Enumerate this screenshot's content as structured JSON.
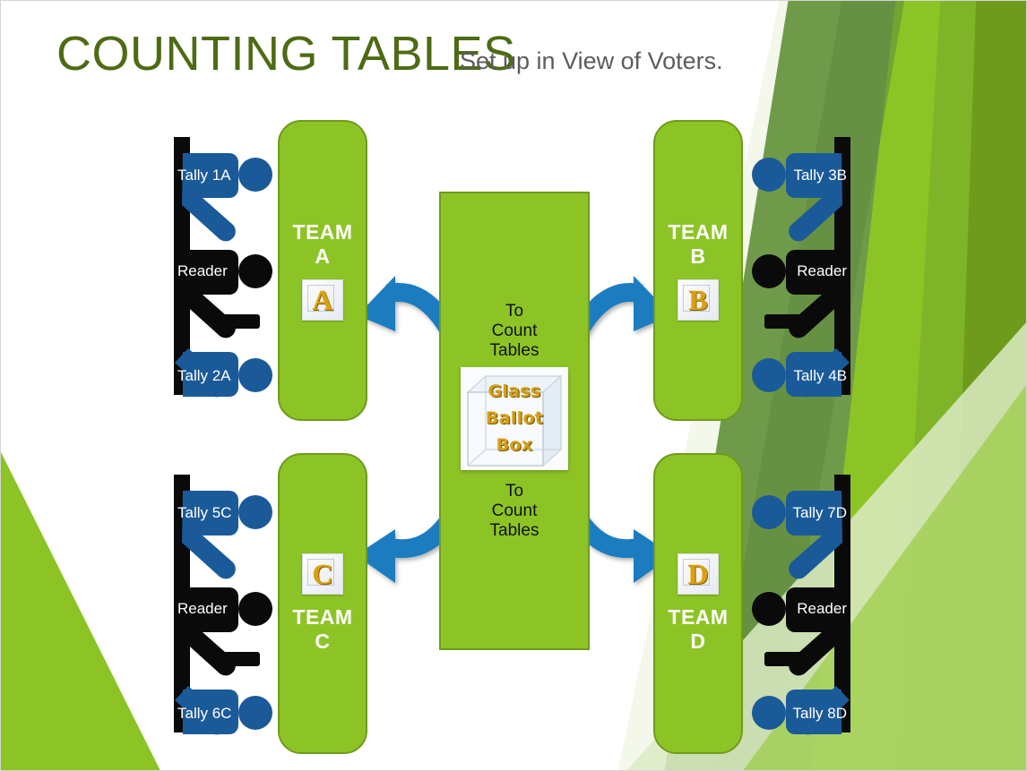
{
  "slide": {
    "title": "COUNTING TABLES",
    "subtitle": "Set up in View of Voters."
  },
  "colors": {
    "title_green": "#4e6b14",
    "table_green": "#8CC425",
    "table_border": "#6f9b1c",
    "person_blue": "#1b5a99",
    "person_black": "#0a0a0a",
    "arrow_blue": "#1c7cc0",
    "gold": "#d4a017",
    "subtitle_gray": "#5c5c5c"
  },
  "center": {
    "flow_label_top": "To\nCount\nTables",
    "flow_label_top_lines": [
      "To",
      "Count",
      "Tables"
    ],
    "flow_label_bottom_lines": [
      "To",
      "Count",
      "Tables"
    ],
    "ballot_box_lines": [
      "Glass",
      "Ballot",
      "Box"
    ]
  },
  "tables": [
    {
      "id": "team-a",
      "label_lines": [
        "TEAM",
        "A"
      ],
      "cube_letter": "A",
      "icon_position": "below",
      "position": "top-left"
    },
    {
      "id": "team-b",
      "label_lines": [
        "TEAM",
        "B"
      ],
      "cube_letter": "B",
      "icon_position": "below",
      "position": "top-right"
    },
    {
      "id": "team-c",
      "label_lines": [
        "TEAM",
        "C"
      ],
      "cube_letter": "C",
      "icon_position": "above",
      "position": "bottom-left"
    },
    {
      "id": "team-d",
      "label_lines": [
        "TEAM",
        "D"
      ],
      "cube_letter": "D",
      "icon_position": "above",
      "position": "bottom-right"
    }
  ],
  "people": [
    {
      "group": "top-left",
      "side": "left",
      "members": [
        {
          "label": "Tally 1A",
          "role": "tally",
          "color": "#1b5a99"
        },
        {
          "label": "Reader",
          "role": "reader",
          "color": "#0a0a0a"
        },
        {
          "label": "Tally 2A",
          "role": "tally",
          "color": "#1b5a99"
        }
      ]
    },
    {
      "group": "top-right",
      "side": "right",
      "members": [
        {
          "label": "Tally 3B",
          "role": "tally",
          "color": "#1b5a99"
        },
        {
          "label": "Reader",
          "role": "reader",
          "color": "#0a0a0a"
        },
        {
          "label": "Tally 4B",
          "role": "tally",
          "color": "#1b5a99"
        }
      ]
    },
    {
      "group": "bottom-left",
      "side": "left",
      "members": [
        {
          "label": "Tally 5C",
          "role": "tally",
          "color": "#1b5a99"
        },
        {
          "label": "Reader",
          "role": "reader",
          "color": "#0a0a0a"
        },
        {
          "label": "Tally 6C",
          "role": "tally",
          "color": "#1b5a99"
        }
      ]
    },
    {
      "group": "bottom-right",
      "side": "right",
      "members": [
        {
          "label": "Tally 7D",
          "role": "tally",
          "color": "#1b5a99"
        },
        {
          "label": "Reader",
          "role": "reader",
          "color": "#0a0a0a"
        },
        {
          "label": "Tally 8D",
          "role": "tally",
          "color": "#1b5a99"
        }
      ]
    }
  ],
  "arrows": [
    {
      "id": "arrow-to-team-a",
      "from": "ballot-box",
      "to": "team-a",
      "direction": "left-up"
    },
    {
      "id": "arrow-to-team-b",
      "from": "ballot-box",
      "to": "team-b",
      "direction": "right-up"
    },
    {
      "id": "arrow-to-team-c",
      "from": "ballot-box",
      "to": "team-c",
      "direction": "left-down"
    },
    {
      "id": "arrow-to-team-d",
      "from": "ballot-box",
      "to": "team-d",
      "direction": "right-down"
    }
  ]
}
